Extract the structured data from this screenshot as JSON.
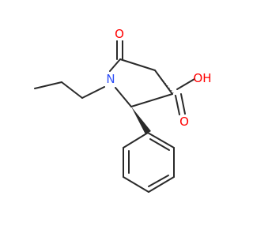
{
  "molecule": {
    "atoms": {
      "ketone_oxygen": "O",
      "ring_nitrogen": "N",
      "hydroxyl": "OH",
      "carbonyl_oxygen": "O"
    },
    "colors": {
      "bond": "#2a2a2a",
      "oxygen": "#ff0000",
      "nitrogen": "#3050f8",
      "hydrogen_label": "#2a2a2a"
    }
  }
}
